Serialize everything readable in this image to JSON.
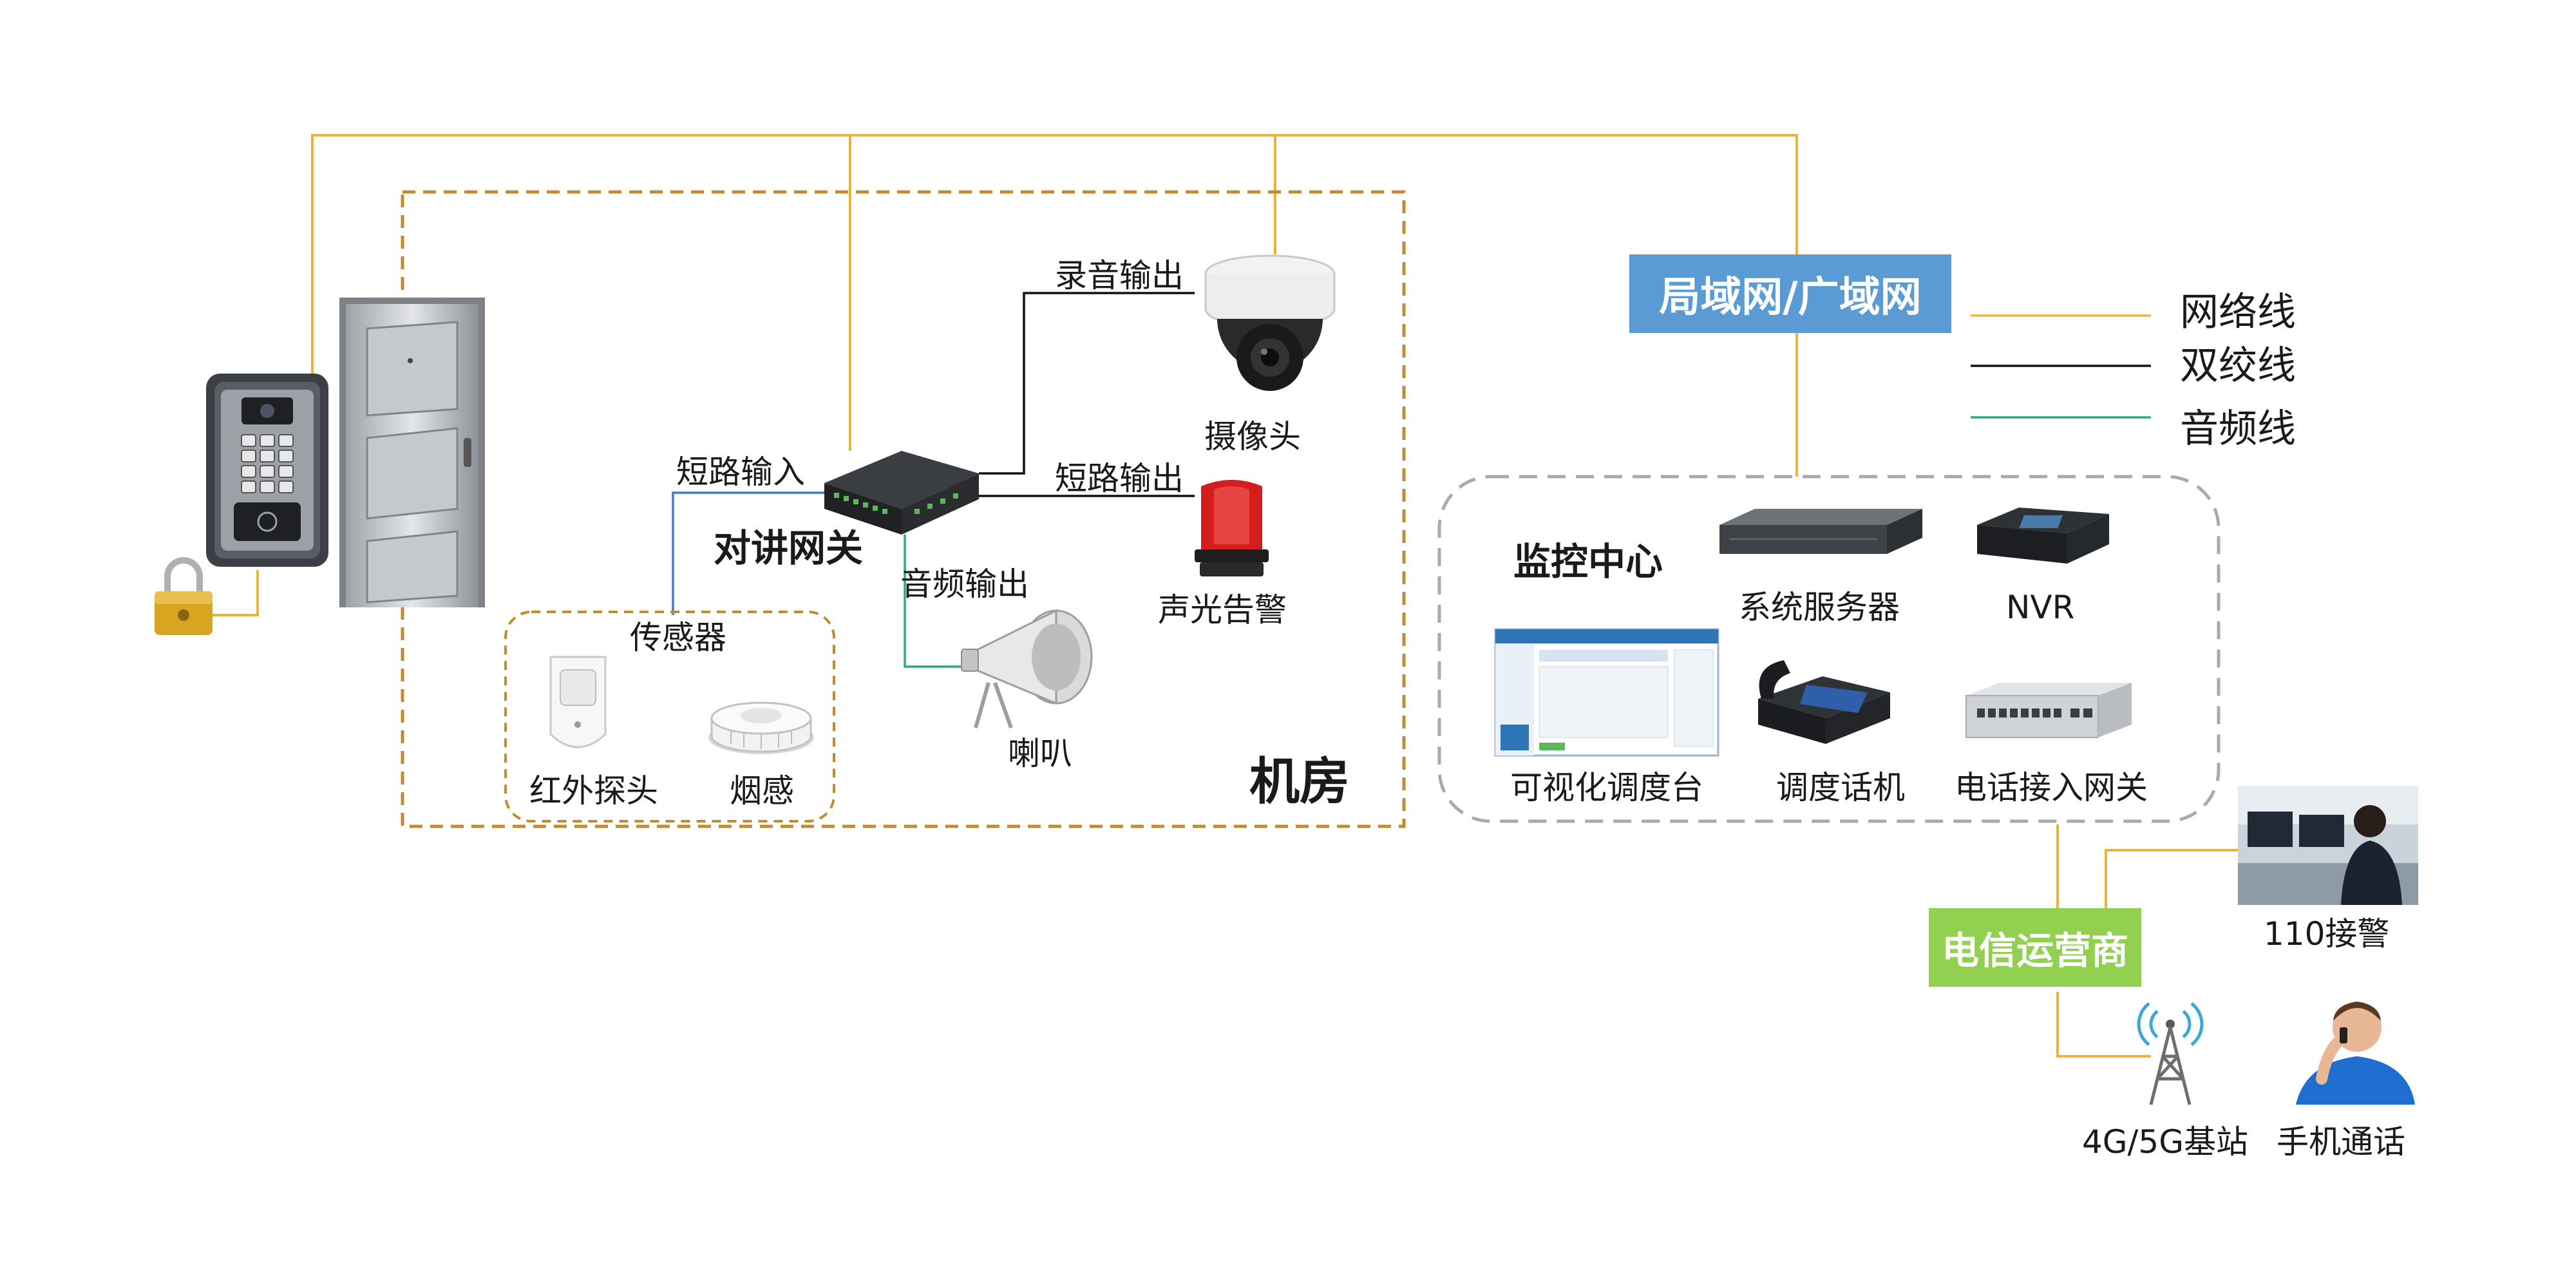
{
  "colors": {
    "network_line": "#E8B53A",
    "twisted_line": "#111111",
    "audio_line": "#2FAE6B",
    "network_tag_bg": "#5B9BD5",
    "telecom_tag_bg": "#92D050",
    "room_border": "#C68A2E",
    "monitor_border": "#AAAAAA"
  },
  "labels": {
    "network_tag": "局域网/广域网",
    "telecom_tag": "电信运营商",
    "room": "机房",
    "gateway": "对讲网关",
    "monitor_center": "监控中心",
    "record_out": "录音输出",
    "short_in": "短路输入",
    "short_out": "短路输出",
    "audio_out": "音频输出",
    "camera": "摄像头",
    "alarm": "声光告警",
    "speaker": "喇叭",
    "sensor": "传感器",
    "ir_probe": "红外探头",
    "smoke": "烟感",
    "server": "系统服务器",
    "nvr": "NVR",
    "console": "可视化调度台",
    "dispatch_phone": "调度话机",
    "phone_gateway": "电话接入网关",
    "police": "110接警",
    "base_station": "4G/5G基站",
    "mobile_call": "手机通话"
  },
  "legend": [
    {
      "text": "网络线",
      "color": "#E8B53A"
    },
    {
      "text": "双绞线",
      "color": "#111111"
    },
    {
      "text": "音频线",
      "color": "#2FAE6B"
    }
  ]
}
